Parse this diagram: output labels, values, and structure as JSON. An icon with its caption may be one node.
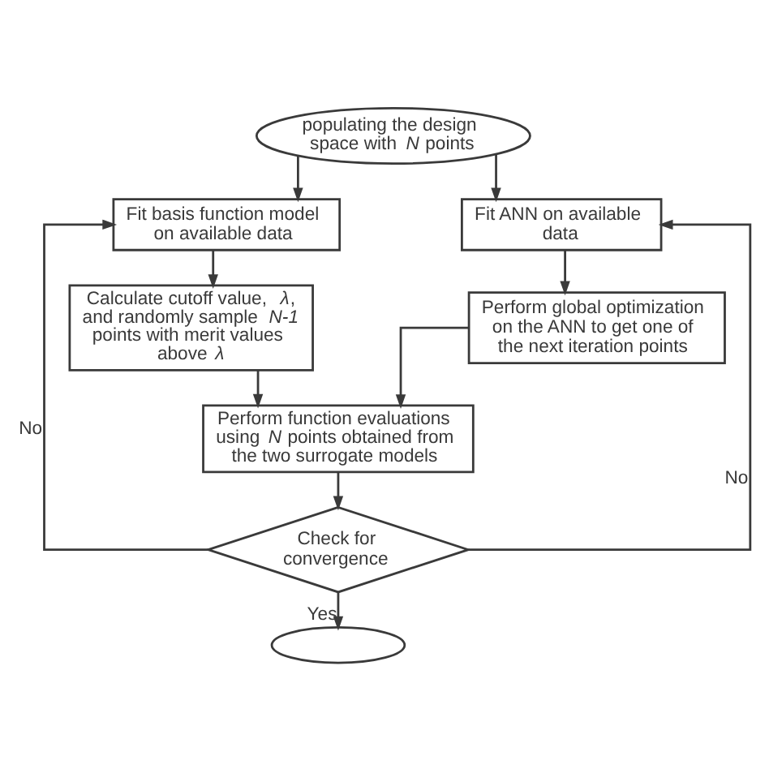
{
  "diagram": {
    "nodes": [
      {
        "text": [
          "populating the design space with *N* points"
        ]
      },
      {
        "text": [
          "Fit basis function model on available data"
        ]
      },
      {
        "text": [
          "Fit ANN on available data"
        ]
      },
      {
        "text": [
          "Calculate cutoff value, *λ*, and randomly sample *N-1* points with merit values above *λ*"
        ]
      },
      {
        "text": [
          "Perform global optimization on the ANN to get one of the next iteration points"
        ]
      },
      {
        "text": [
          "Perform function evaluations using *N* points obtained from the two surrogate models"
        ]
      },
      {
        "text": [
          "Check for convergence"
        ]
      },
      {
        "text": [],
        "shape": "ellipse"
      }
    ],
    "edges": [
      {
        "from": 0,
        "to": 1,
        "arrow": "to"
      },
      {
        "from": 0,
        "to": 2,
        "arrow": "to"
      },
      {
        "from": 1,
        "to": 3,
        "arrow": "to"
      },
      {
        "from": 2,
        "to": 4,
        "arrow": "to"
      },
      {
        "from": 3,
        "to": 5,
        "arrow": "to"
      },
      {
        "from": 4,
        "to": 5,
        "arrow": "to"
      },
      {
        "from": 5,
        "to": 6,
        "arrow": "to"
      },
      {
        "from": 6,
        "to": 1,
        "arrow": "to",
        "label": "No"
      },
      {
        "from": 6,
        "to": 2,
        "arrow": "to",
        "label": "No"
      },
      {
        "from": 6,
        "to": 7,
        "arrow": "to",
        "label": "Yes"
      }
    ]
  }
}
